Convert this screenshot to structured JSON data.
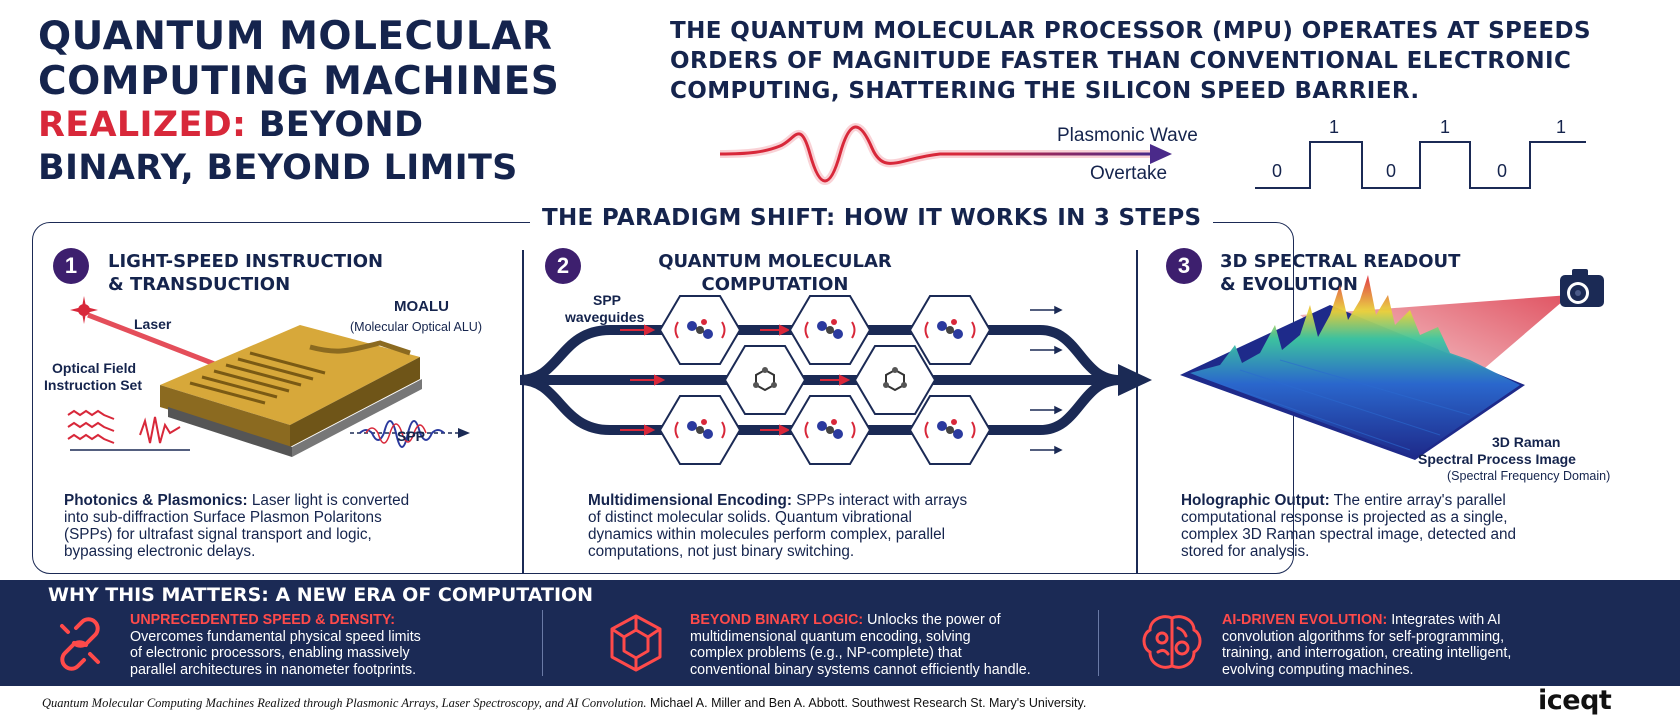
{
  "header": {
    "title_line1": "QUANTUM MOLECULAR",
    "title_line2": "COMPUTING MACHINES",
    "title_line3_red": "REALIZED:",
    "title_line3_rest": " BEYOND",
    "title_line4": "BINARY, BEYOND LIMITS",
    "lead_lines": [
      "THE QUANTUM MOLECULAR PROCESSOR (MPU) OPERATES AT SPEEDS",
      "ORDERS OF MAGNITUDE FASTER THAN CONVENTIONAL ELECTRONIC",
      "COMPUTING, SHATTERING THE SILICON SPEED BARRIER."
    ],
    "wave_label_1": "Plasmonic Wave",
    "wave_label_2": "Overtake",
    "binary_digits": [
      "0",
      "1",
      "0",
      "1",
      "0",
      "1"
    ]
  },
  "section_title": "THE PARADIGM SHIFT: HOW IT WORKS IN 3 STEPS",
  "steps": [
    {
      "number": "1",
      "title_lines": [
        "LIGHT-SPEED INSTRUCTION",
        "& TRANSDUCTION"
      ],
      "labels": {
        "laser": "Laser",
        "moalu": "MOALU",
        "moalu_sub": "(Molecular Optical ALU)",
        "optical_1": "Optical Field",
        "optical_2": "Instruction Set",
        "spp": "SPP"
      },
      "desc_bold": "Photonics & Plasmonics:",
      "desc_lines": [
        " Laser light is converted",
        "into sub-diffraction Surface Plasmon Polaritons",
        "(SPPs) for ultrafast signal transport and logic,",
        "bypassing electronic delays."
      ]
    },
    {
      "number": "2",
      "title_lines": [
        "QUANTUM MOLECULAR",
        "COMPUTATION"
      ],
      "labels": {
        "spp_1": "SPP",
        "spp_2": "waveguides"
      },
      "desc_bold": "Multidimensional Encoding:",
      "desc_lines": [
        " SPPs interact with arrays",
        "of distinct molecular solids. Quantum vibrational",
        "dynamics within molecules perform complex, parallel",
        "computations, not just binary switching."
      ]
    },
    {
      "number": "3",
      "title_lines": [
        "3D SPECTRAL READOUT",
        "& EVOLUTION"
      ],
      "labels": {
        "raman_1": "3D Raman",
        "raman_2": "Spectral Process Image",
        "raman_3": "(Spectral Frequency Domain)"
      },
      "desc_bold": "Holographic Output:",
      "desc_lines": [
        " The entire array's parallel",
        "computational response is projected as a single,",
        "complex 3D Raman spectral image, detected and",
        "stored for analysis."
      ]
    }
  ],
  "banner": {
    "title": "WHY THIS MATTERS: A NEW ERA OF COMPUTATION",
    "items": [
      {
        "icon": "chain-link-icon",
        "heading": "UNPRECEDENTED SPEED & DENSITY:",
        "lines": [
          "Overcomes fundamental physical speed limits",
          "of electronic processors, enabling massively",
          "parallel architectures in nanometer footprints."
        ]
      },
      {
        "icon": "cube-icon",
        "heading": "BEYOND BINARY LOGIC:",
        "heading_rest": " Unlocks the power of",
        "lines": [
          "multidimensional quantum encoding, solving",
          "complex problems (e.g., NP-complete) that",
          "conventional binary systems cannot efficiently handle."
        ]
      },
      {
        "icon": "brain-gear-icon",
        "heading": "AI-DRIVEN EVOLUTION:",
        "heading_rest": " Integrates with AI",
        "lines": [
          "convolution algorithms for self-programming,",
          "training, and interrogation, creating intelligent,",
          "evolving computing machines."
        ]
      }
    ]
  },
  "footer": {
    "italic": "Quantum Molecular Computing Machines Realized through Plasmonic Arrays, Laser Spectroscopy, and AI Convolution.",
    "authors": " Michael A. Miller and Ben A. Abbott. Southwest Research  St. Mary's University.",
    "logo": "iceqt"
  },
  "colors": {
    "navy": "#1b2a55",
    "red": "#d8283a",
    "purple": "#3d1f6e"
  }
}
